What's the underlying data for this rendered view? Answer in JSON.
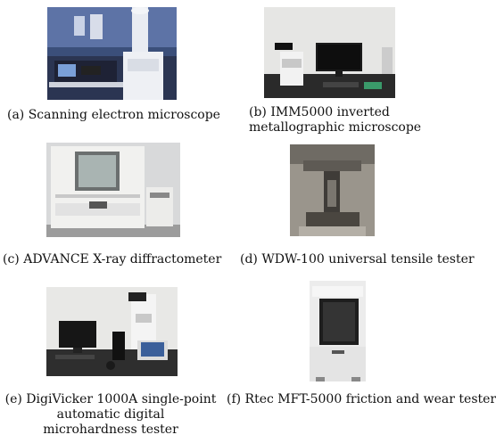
{
  "figure": {
    "panels": [
      {
        "id": "a",
        "caption_lines": [
          "(a) Scanning electron microscope"
        ]
      },
      {
        "id": "b",
        "caption_lines": [
          "(b) IMM5000 inverted",
          "metallographic microscope"
        ]
      },
      {
        "id": "c",
        "caption_lines": [
          "(c) ADVANCE X-ray diffractometer"
        ]
      },
      {
        "id": "d",
        "caption_lines": [
          "(d) WDW-100 universal tensile tester"
        ]
      },
      {
        "id": "e",
        "caption_lines": [
          "(e) DigiVicker 1000A single-point",
          "automatic digital",
          "microhardness tester"
        ]
      },
      {
        "id": "f",
        "caption_lines": [
          "(f) Rtec MFT-5000 friction and wear tester"
        ]
      }
    ]
  }
}
